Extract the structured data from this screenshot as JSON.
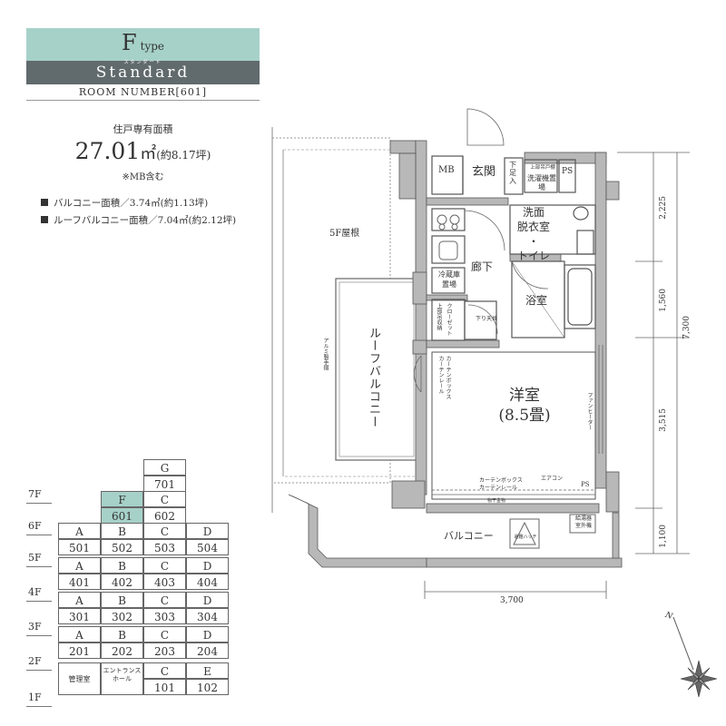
{
  "header": {
    "type_letter": "F",
    "type_suffix": "type",
    "plan_name": "Standard",
    "plan_ruby": "スタンダード",
    "room_number": "ROOM NUMBER[601]"
  },
  "area": {
    "label": "住戸専有面積",
    "value": "27.01",
    "unit": "㎡",
    "tsubo": "(約8.17坪)",
    "note": "※MB含む"
  },
  "balconies": [
    "バルコニー面積／3.74㎡(約1.13坪)",
    "ルーフバルコニー面積／7.04㎡(約2.12坪)"
  ],
  "floorplan": {
    "rooms": {
      "mb": "MB",
      "genkan": "玄関",
      "shoe_top": "下",
      "shoe_mid": "足",
      "shoe_bot": "入",
      "ps_top": "PS",
      "washroom_l1": "洗面",
      "washroom_l2": "脱衣室",
      "washroom_l3": "・",
      "washroom_l4": "トイレ",
      "corridor": "廊下",
      "bath": "浴室",
      "fridge_l1": "冷蔵庫",
      "fridge_l2": "置場",
      "western_room": "洋室",
      "western_size": "(8.5畳)",
      "balcony": "バルコニー",
      "roof_balcony": "ルーフバルコニー",
      "roof_5f": "5F屋根",
      "ps_bottom": "PS"
    },
    "labels": {
      "washer": "洗濯機置場",
      "upper_shelf": "上部吊戸棚",
      "closet": "クローゼット",
      "upper_closet": "上部吊収納",
      "lowered_ceiling": "下り天井",
      "curtain_box_side": "カーテンボックス",
      "curtain_rail_side": "カーテンレール",
      "curtain_box_bottom": "カーテンボックス",
      "curtain_rail_bottom": "カーテンレール",
      "aircon": "エアコン",
      "fan_heater": "ファンヒーター",
      "evacuation_hatch": "避難ハッチ",
      "outdoor_unit_l1": "給湯器",
      "outdoor_unit_l2": "室外機",
      "aluminum_rail": "アルミ製手摺",
      "object_shelf": "物干金物"
    },
    "dimensions": {
      "right": [
        "2,225",
        "1,560",
        "3,515",
        "1,100"
      ],
      "total": "7,300",
      "bottom": "3,700"
    }
  },
  "building": {
    "floors": [
      "7F",
      "6F",
      "5F",
      "4F",
      "3F",
      "2F",
      "1F"
    ],
    "rows": [
      {
        "letters": [
          "G"
        ],
        "numbers": [
          "701"
        ]
      },
      {
        "letters": [
          "F",
          "C"
        ],
        "numbers": [
          "601",
          "602"
        ]
      },
      {
        "letters": [
          "A",
          "B",
          "C",
          "D"
        ],
        "numbers": [
          "501",
          "502",
          "503",
          "504"
        ]
      },
      {
        "letters": [
          "A",
          "B",
          "C",
          "D"
        ],
        "numbers": [
          "401",
          "402",
          "403",
          "404"
        ]
      },
      {
        "letters": [
          "A",
          "B",
          "C",
          "D"
        ],
        "numbers": [
          "301",
          "302",
          "303",
          "304"
        ]
      },
      {
        "letters": [
          "A",
          "B",
          "C",
          "D"
        ],
        "numbers": [
          "201",
          "202",
          "203",
          "204"
        ]
      }
    ],
    "first_floor": {
      "manager": "管理室",
      "entrance_l1": "エントランス",
      "entrance_l2": "ホール",
      "letters": [
        "C",
        "E"
      ],
      "numbers": [
        "101",
        "102"
      ]
    },
    "highlight_color": "#a6d1c8"
  },
  "compass": {
    "north": "N"
  },
  "colors": {
    "accent": "#a6d1c8",
    "band": "#616a6c",
    "wall": "#b8b8b8"
  }
}
